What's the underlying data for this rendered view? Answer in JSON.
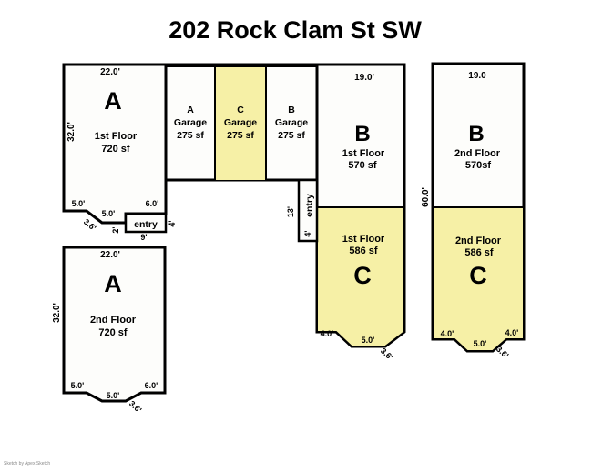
{
  "title": "202 Rock Clam St SW",
  "watermark": "Sketch by Apex Sketch",
  "colors": {
    "highlight": "#F6F0A6",
    "wall": "#000000",
    "unit_fill": "#FDFDFB"
  },
  "unit_a1": {
    "dim_top": "22.0'",
    "dim_left": "32.0'",
    "letter": "A",
    "floor": "1st Floor",
    "area": "720 sf",
    "dim_bottom_left": "5.0'",
    "dim_bottom_right": "6.0'",
    "dim_bottom_mid": "5.0'",
    "dim_diagonal": "3.6'",
    "dim_step": "2'",
    "entry_label": "entry",
    "dim_entry_width": "9'",
    "dim_entry_height": "4'"
  },
  "garage_a": {
    "letter": "A",
    "word": "Garage",
    "area": "275 sf"
  },
  "garage_c": {
    "letter": "C",
    "word": "Garage",
    "area": "275 sf"
  },
  "garage_b": {
    "letter": "B",
    "word": "Garage",
    "area": "275 sf"
  },
  "unit_b1": {
    "dim_top": "19.0'",
    "letter": "B",
    "floor": "1st Floor",
    "area": "570 sf"
  },
  "unit_c1": {
    "letter": "C",
    "floor": "1st Floor",
    "area": "586 sf",
    "dim_bottom_left": "4.0'",
    "dim_bottom_mid": "5.0'",
    "dim_diagonal": "3.6'"
  },
  "entry_corridor": {
    "label": "entry",
    "dim_height": "13'",
    "dim_width": "4'"
  },
  "unit_b2": {
    "dim_top": "19.0",
    "letter": "B",
    "floor": "2nd Floor",
    "area": "570sf"
  },
  "unit_c2": {
    "letter": "C",
    "floor": "2nd Floor",
    "area": "586 sf",
    "dim_bottom_left": "4.0'",
    "dim_bottom_right": "4.0'",
    "dim_bottom_mid": "5.0'",
    "dim_diagonal": "3.6'"
  },
  "dim_right_building_height": "60.0'",
  "unit_a2": {
    "dim_top": "22.0'",
    "dim_left": "32.0'",
    "letter": "A",
    "floor": "2nd Floor",
    "area": "720 sf",
    "dim_bottom_left": "5.0'",
    "dim_bottom_right": "6.0'",
    "dim_bottom_mid": "5.0'",
    "dim_diagonal": "3.6'"
  }
}
